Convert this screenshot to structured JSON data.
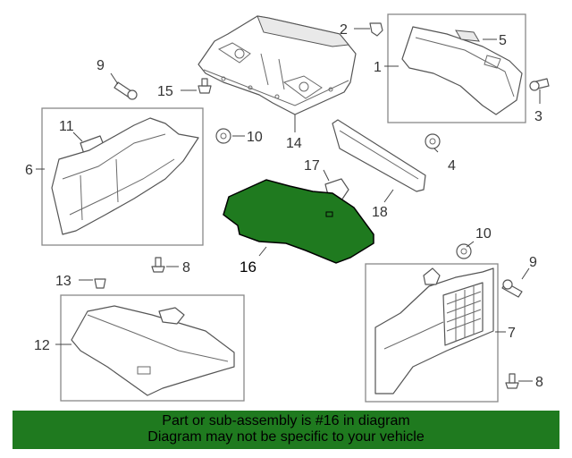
{
  "highlight": {
    "part_number": "16",
    "color": "#1f7a1f"
  },
  "callouts": {
    "c1": "1",
    "c2": "2",
    "c3": "3",
    "c4": "4",
    "c5": "5",
    "c6": "6",
    "c7": "7",
    "c8a": "8",
    "c8b": "8",
    "c9a": "9",
    "c9b": "9",
    "c10a": "10",
    "c10b": "10",
    "c11": "11",
    "c12": "12",
    "c13": "13",
    "c14": "14",
    "c15": "15",
    "c16": "16",
    "c17": "17",
    "c18": "18"
  },
  "banner": {
    "line1": "Part or sub-assembly is #16 in diagram",
    "line2": "Diagram may not be specific to your vehicle"
  }
}
